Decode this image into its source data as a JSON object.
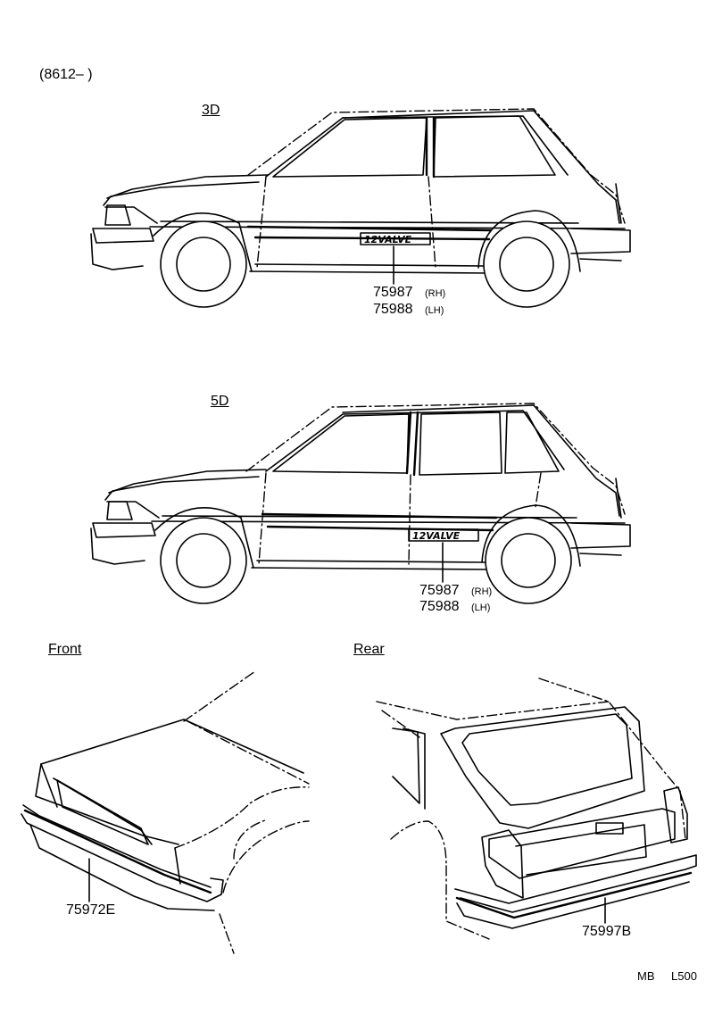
{
  "header": {
    "range": "(8612–          )"
  },
  "views": {
    "d3": {
      "title": "3D",
      "part1": "75987",
      "side1": "(RH)",
      "part2": "75988",
      "side2": "(LH)",
      "emblem": "12VALVE"
    },
    "d5": {
      "title": "5D",
      "part1": "75987",
      "side1": "(RH)",
      "part2": "75988",
      "side2": "(LH)",
      "emblem": "12VALVE"
    },
    "front": {
      "title": "Front",
      "part": "75972E"
    },
    "rear": {
      "title": "Rear",
      "part": "75997B"
    }
  },
  "footer": {
    "code1": "MB",
    "code2": "L500"
  }
}
